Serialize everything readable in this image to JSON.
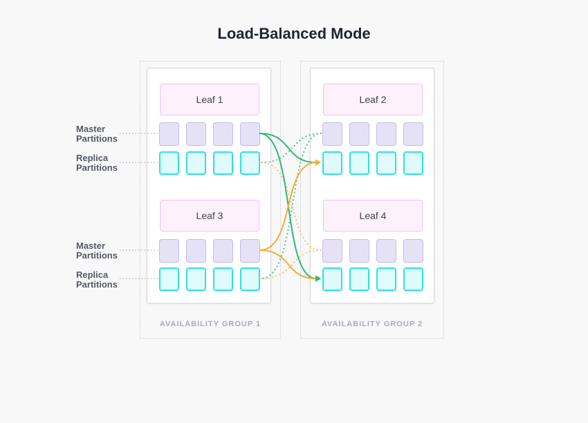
{
  "title": "Load-Balanced Mode",
  "groups": [
    {
      "label": "AVAILABILITY GROUP 1",
      "leaves": [
        {
          "name": "Leaf 1",
          "rows": [
            "master",
            "replica"
          ],
          "partitions_per_row": 4
        },
        {
          "name": "Leaf 3",
          "rows": [
            "master",
            "replica"
          ],
          "partitions_per_row": 4
        }
      ]
    },
    {
      "label": "AVAILABILITY GROUP 2",
      "leaves": [
        {
          "name": "Leaf 2",
          "rows": [
            "master",
            "replica"
          ],
          "partitions_per_row": 4
        },
        {
          "name": "Leaf 4",
          "rows": [
            "master",
            "replica"
          ],
          "partitions_per_row": 4
        }
      ]
    }
  ],
  "side_labels": [
    "Master Partitions",
    "Replica Partitions",
    "Master Partitions",
    "Replica Partitions"
  ],
  "edges": [
    {
      "from": "Leaf 1 master partitions",
      "to": "Leaf 2 replica partitions",
      "style": "solid",
      "color": "green"
    },
    {
      "from": "Leaf 1 master partitions",
      "to": "Leaf 4 replica partitions",
      "style": "solid",
      "color": "green"
    },
    {
      "from": "Leaf 3 master partitions",
      "to": "Leaf 2 replica partitions",
      "style": "solid",
      "color": "orange"
    },
    {
      "from": "Leaf 3 master partitions",
      "to": "Leaf 4 replica partitions",
      "style": "solid",
      "color": "orange"
    },
    {
      "from": "Leaf 2 master partitions",
      "to": "Leaf 1 replica partitions",
      "style": "dotted",
      "color": "green"
    },
    {
      "from": "Leaf 2 master partitions",
      "to": "Leaf 3 replica partitions",
      "style": "dotted",
      "color": "green"
    },
    {
      "from": "Leaf 4 master partitions",
      "to": "Leaf 1 replica partitions",
      "style": "dotted",
      "color": "orange"
    },
    {
      "from": "Leaf 4 master partitions",
      "to": "Leaf 3 replica partitions",
      "style": "dotted",
      "color": "orange"
    }
  ],
  "colors": {
    "page_bg": "#f8f8f9",
    "title": "#1f2430",
    "side_label": "#535965",
    "leader": "#b7b9c3",
    "ag_border": "#c9cad3",
    "ag_label": "#a7aaba",
    "container_border": "#d6d6dd",
    "leaf_fill": "#fdf1fb",
    "leaf_border": "#f3bfeb",
    "leaf_text": "#3d434f",
    "master_fill": "#e6e2f6",
    "master_border": "#c4bae9",
    "replica_fill": "#e0fbfc",
    "replica_border": "#2be0e8",
    "solid_green": "#2eb873",
    "dotted_green": "#4cc489",
    "solid_orange": "#f3ad35",
    "dotted_orange": "#f7c65f"
  }
}
